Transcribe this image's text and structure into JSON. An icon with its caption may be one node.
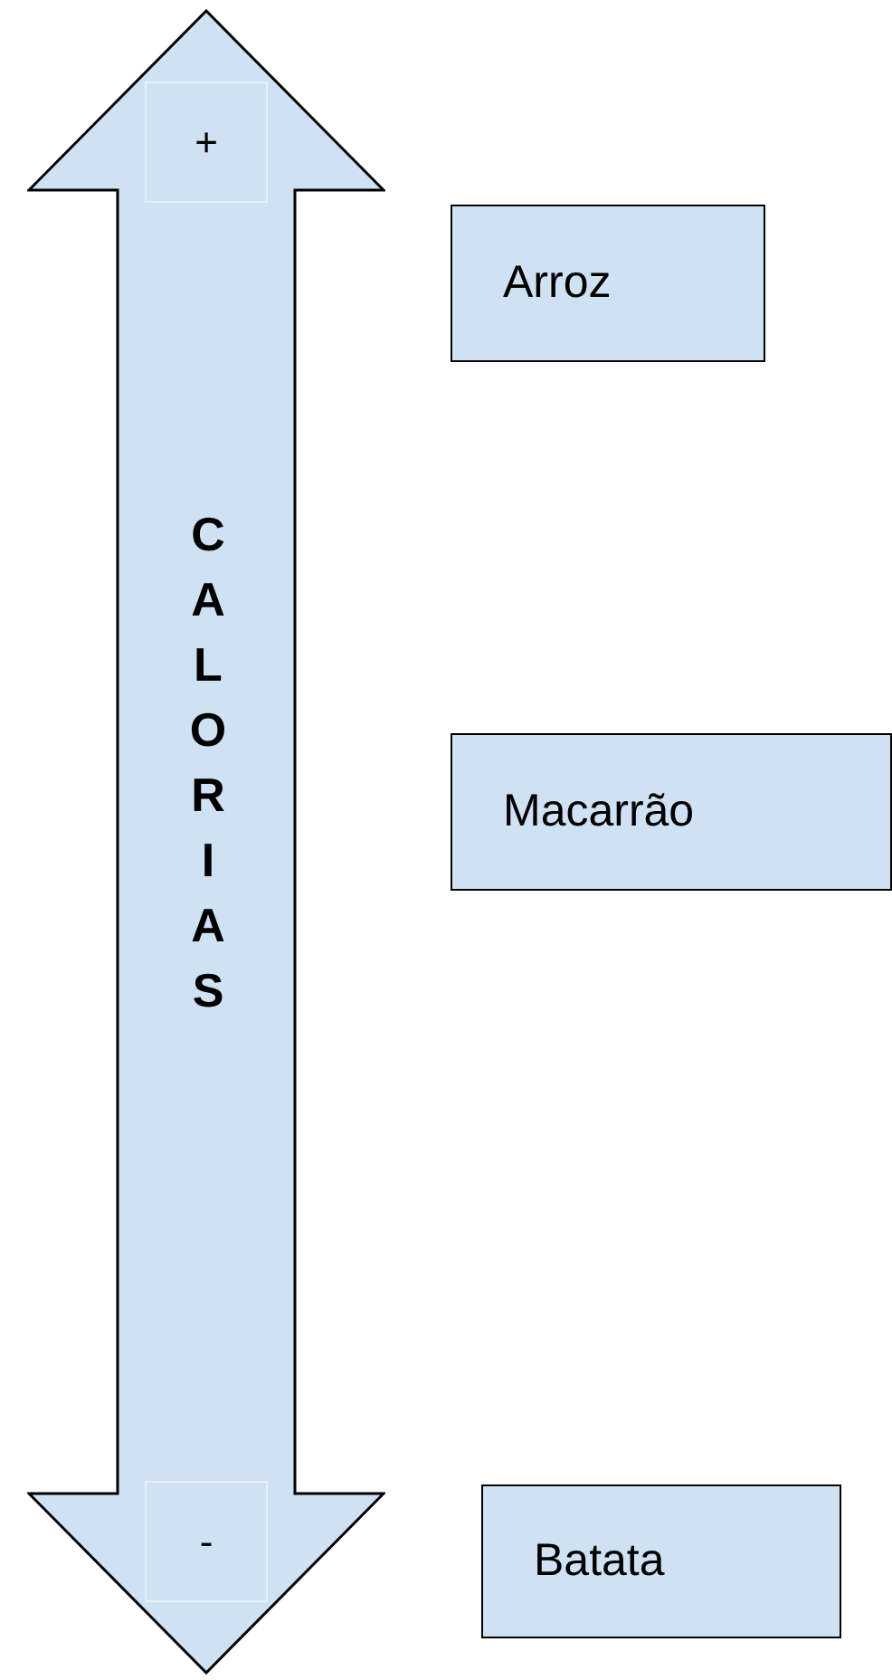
{
  "diagram": {
    "nodes": [
      {
        "text": [
          "CALORIAS"
        ]
      },
      {
        "text": [
          "+"
        ],
        "in": 0
      },
      {
        "text": [
          "-"
        ],
        "in": 0
      },
      {
        "text": [
          "Arroz"
        ]
      },
      {
        "text": [
          "Macarrão"
        ]
      },
      {
        "text": [
          "Batata"
        ]
      }
    ]
  }
}
